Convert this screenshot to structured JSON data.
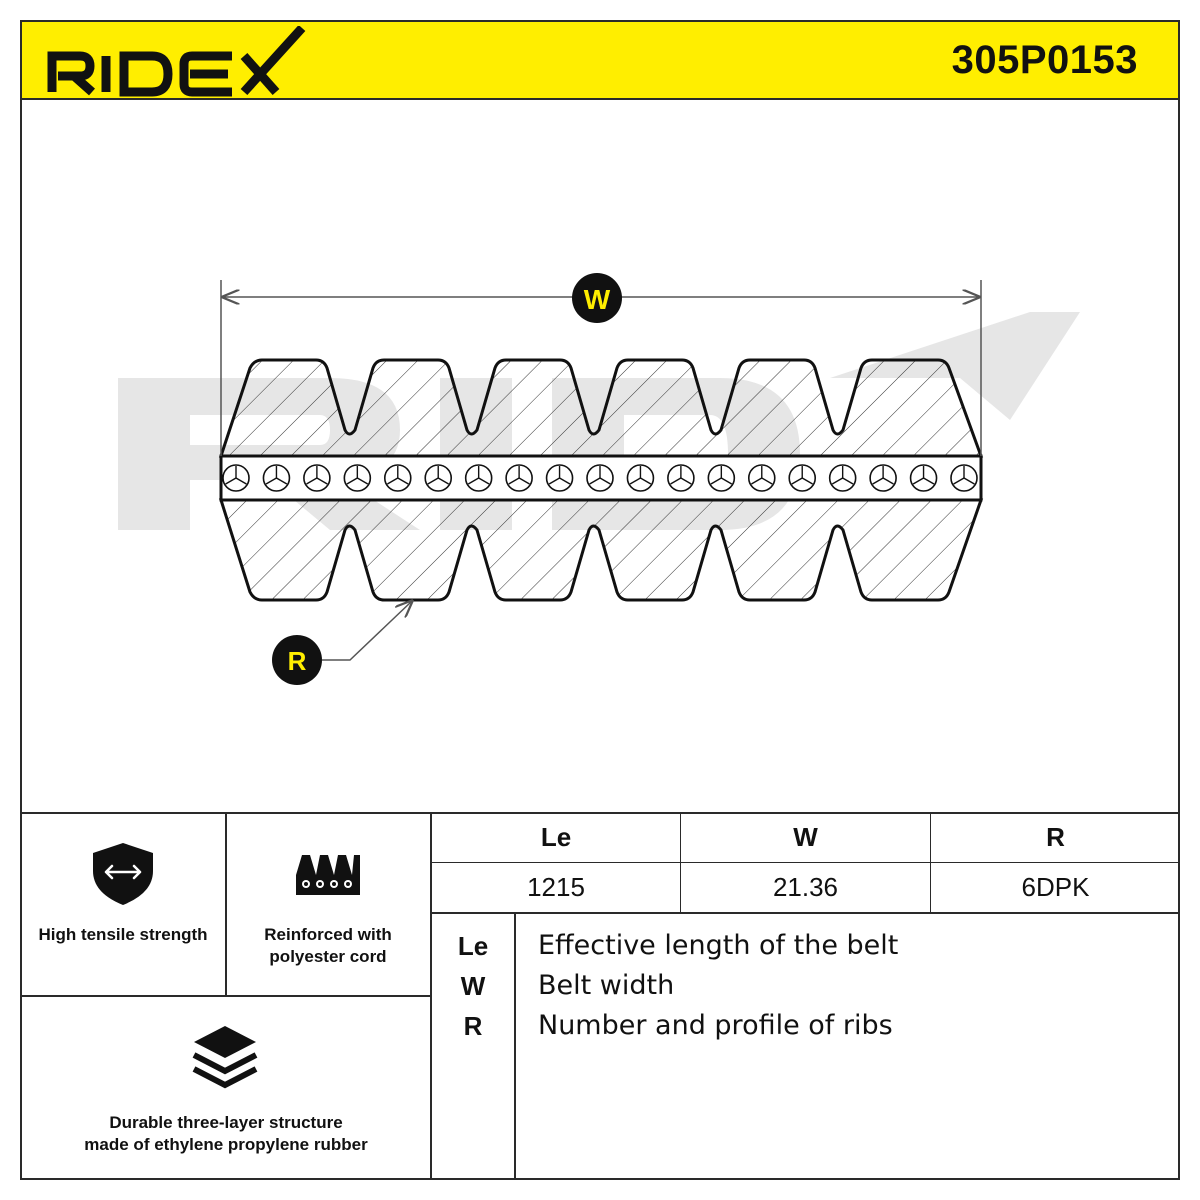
{
  "header": {
    "brand": "RIDEX",
    "part_number": "305P0153",
    "accent_color": "#ffee00"
  },
  "drawing": {
    "width_marker": "W",
    "ribs_marker": "R",
    "watermark": "RIDEX",
    "ribs_count": 6,
    "cords_count": 19
  },
  "features": [
    {
      "icon": "shield-arrows-icon",
      "label": "High tensile strength"
    },
    {
      "icon": "belt-cord-icon",
      "label_lines": [
        "Reinforced with",
        "polyester cord"
      ]
    },
    {
      "icon": "layers-icon",
      "label_lines": [
        "Durable three-layer structure",
        "made of ethylene propylene rubber"
      ]
    }
  ],
  "specs": {
    "headers": [
      "Le",
      "W",
      "R"
    ],
    "values": [
      "1215",
      "21.36",
      "6DPK"
    ]
  },
  "legend": [
    {
      "key": "Le",
      "description": "Effective length of the belt"
    },
    {
      "key": "W",
      "description": "Belt width"
    },
    {
      "key": "R",
      "description": "Number and profile of ribs"
    }
  ]
}
